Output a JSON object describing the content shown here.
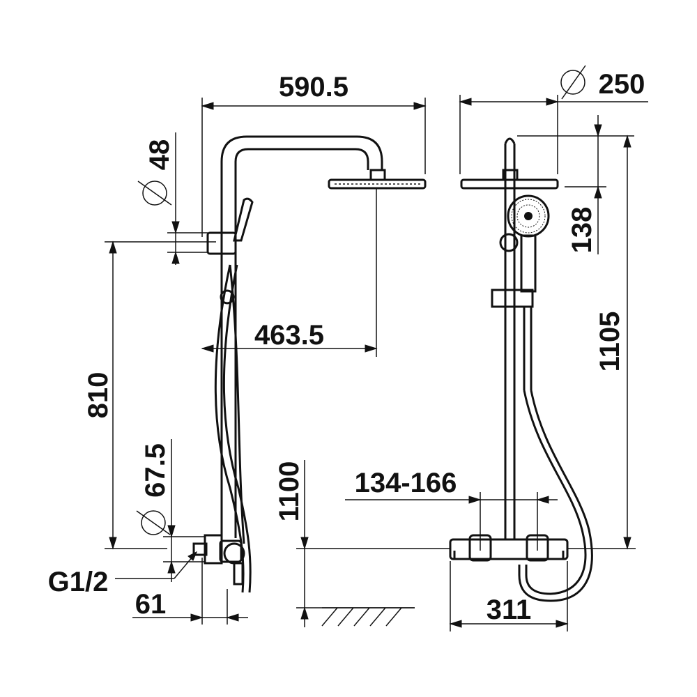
{
  "dimensions": {
    "overall_width": "590.5",
    "arm_reach": "463.5",
    "pipe_diameter": "48",
    "height_810": "810",
    "diameter_67_5": "67.5",
    "thread": "G1/2",
    "wall_offset": "61",
    "mount_height": "1100",
    "head_diameter": "250",
    "head_drop": "138",
    "total_height": "1105",
    "inlet_spacing": "134-166",
    "mixer_width": "311"
  }
}
